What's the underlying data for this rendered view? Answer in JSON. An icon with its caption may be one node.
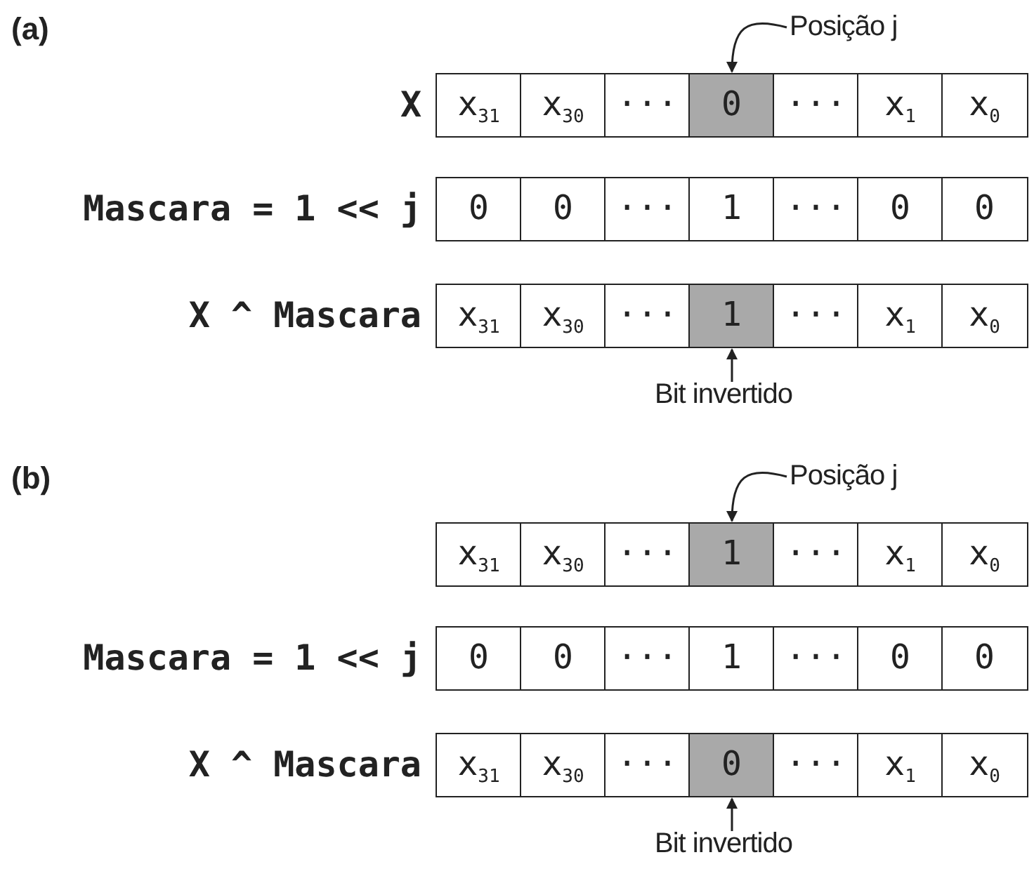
{
  "diagram": {
    "nodes": [
      {
        "text": [
          "Posição j"
        ]
      },
      {
        "text": [
          "x$_{31}$"
        ]
      },
      {
        "text": [
          "x$_{30}$"
        ]
      },
      {
        "text": [
          "···"
        ]
      },
      {
        "text": [
          "0"
        ]
      },
      {
        "text": [
          "···"
        ]
      },
      {
        "text": [
          "x$_{1}$"
        ]
      },
      {
        "text": [
          "x$_{0}$"
        ]
      },
      {
        "text": [
          "0"
        ]
      },
      {
        "text": [
          "0"
        ]
      },
      {
        "text": [
          "···"
        ]
      },
      {
        "text": [
          "1"
        ]
      },
      {
        "text": [
          "···"
        ]
      },
      {
        "text": [
          "0"
        ]
      },
      {
        "text": [
          "0"
        ]
      },
      {
        "text": [
          "x$_{31}$"
        ]
      },
      {
        "text": [
          "x$_{30}$"
        ]
      },
      {
        "text": [
          "···"
        ]
      },
      {
        "text": [
          "1"
        ]
      },
      {
        "text": [
          "···"
        ]
      },
      {
        "text": [
          "x$_{1}$"
        ]
      },
      {
        "text": [
          "x$_{0}$"
        ]
      },
      {
        "text": [
          "Bit invertido"
        ]
      },
      {
        "text": [
          "Posição j"
        ]
      },
      {
        "text": [
          "x$_{31}$"
        ]
      },
      {
        "text": [
          "x$_{30}$"
        ]
      },
      {
        "text": [
          "···"
        ]
      },
      {
        "text": [
          "1"
        ]
      },
      {
        "text": [
          "···"
        ]
      },
      {
        "text": [
          "x$_{1}$"
        ]
      },
      {
        "text": [
          "x$_{0}$"
        ]
      },
      {
        "text": [
          "0"
        ]
      },
      {
        "text": [
          "0"
        ]
      },
      {
        "text": [
          "···"
        ]
      },
      {
        "text": [
          "1"
        ]
      },
      {
        "text": [
          "···"
        ]
      },
      {
        "text": [
          "0"
        ]
      },
      {
        "text": [
          "0"
        ]
      },
      {
        "text": [
          "x$_{31}$"
        ]
      },
      {
        "text": [
          "x$_{30}$"
        ]
      },
      {
        "text": [
          "···"
        ]
      },
      {
        "text": [
          "0"
        ]
      },
      {
        "text": [
          "···"
        ]
      },
      {
        "text": [
          "x$_{1}$"
        ]
      },
      {
        "text": [
          "x$_{0}$"
        ]
      },
      {
        "text": [
          "Bit invertido"
        ]
      }
    ],
    "edges": [
      {
        "from": 0,
        "to": 4,
        "arrow": "to"
      },
      {
        "from": 22,
        "to": 18,
        "arrow": "to"
      },
      {
        "from": 23,
        "to": 27,
        "arrow": "to"
      },
      {
        "from": 45,
        "to": 41,
        "arrow": "to"
      }
    ],
    "labels": [
      "(a)",
      "X",
      "Mascara = 1 << j",
      "X ^ Mascara",
      "(b)",
      "Mascara = 1 << j",
      "X ^ Mascara"
    ]
  }
}
